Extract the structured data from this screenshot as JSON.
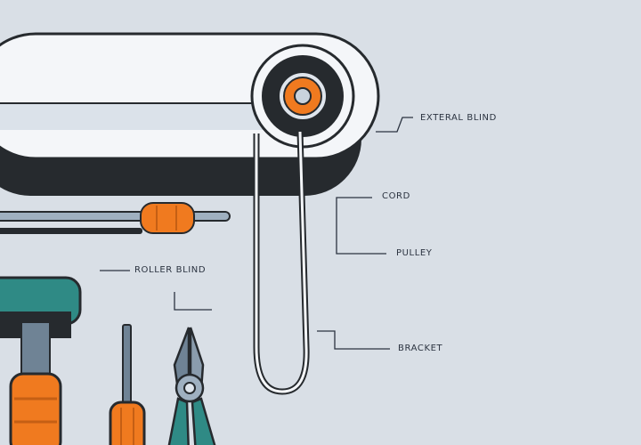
{
  "labels": {
    "external_blind": "EXTERAL BLIND",
    "cord": "CORD",
    "pulley": "PULLEY",
    "roller_blind": "ROLLER BLIND",
    "bracket": "BRACKET"
  },
  "colors": {
    "background": "#d9dfe6",
    "outline": "#262a2e",
    "blind_body": "#f4f6f9",
    "blind_shade": "#c9d3dd",
    "pulley_orange": "#f07a1f",
    "tool_teal": "#2f8a85",
    "tool_steel": "#6f8395"
  }
}
